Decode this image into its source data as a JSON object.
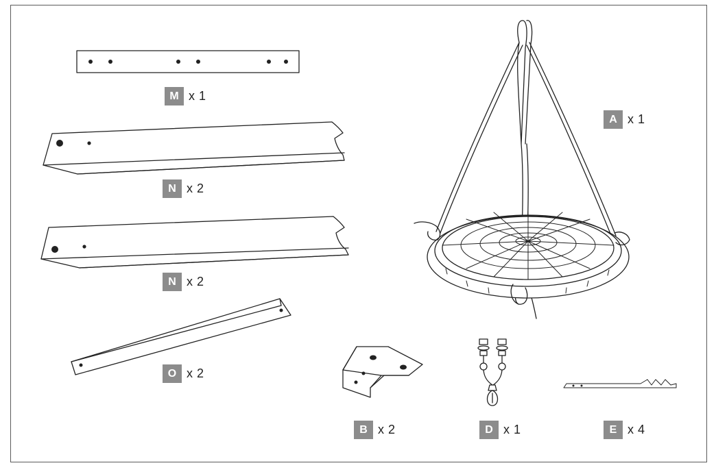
{
  "parts": [
    {
      "letter": "M",
      "quantity": "x 1"
    },
    {
      "letter": "N",
      "quantity": "x 2"
    },
    {
      "letter": "N",
      "quantity": "x 2"
    },
    {
      "letter": "O",
      "quantity": "x 2"
    },
    {
      "letter": "A",
      "quantity": "x 1"
    },
    {
      "letter": "B",
      "quantity": "x 2"
    },
    {
      "letter": "D",
      "quantity": "x 1"
    },
    {
      "letter": "E",
      "quantity": "x 4"
    }
  ]
}
